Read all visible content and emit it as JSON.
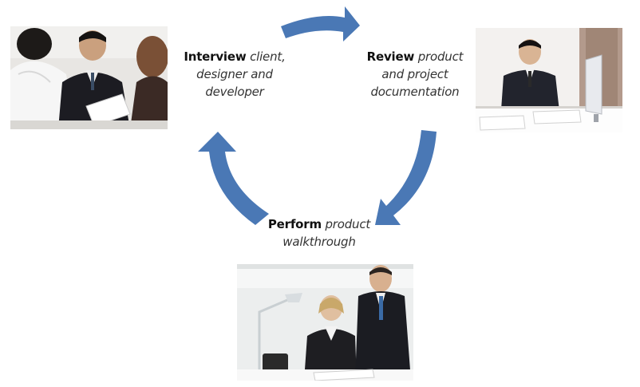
{
  "steps": [
    {
      "keyword": "Interview",
      "line1_rest": " client,",
      "line2": "designer and",
      "line3": "developer"
    },
    {
      "keyword": "Review",
      "line1_rest": " product",
      "line2": "and project",
      "line3": "documentation"
    },
    {
      "keyword": "Perform",
      "line1_rest": " product",
      "line2": "walkthrough"
    }
  ],
  "colors": {
    "arrow": "#4a78b5",
    "background": "#ffffff"
  },
  "icons": {
    "arrow": "curved-arrow-icon"
  }
}
